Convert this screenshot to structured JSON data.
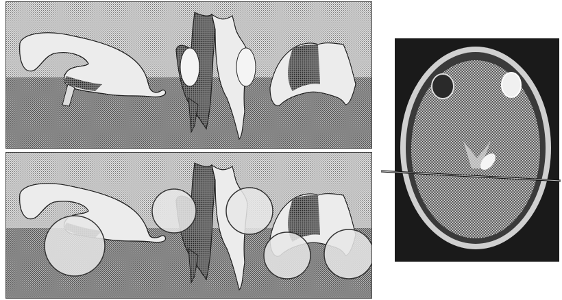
{
  "figure": {
    "panels": [
      {
        "id": "top",
        "content": "ventricle-surface-renderings"
      },
      {
        "id": "bottom",
        "content": "ventricle-surface-renderings-with-circle-markers"
      },
      {
        "id": "right",
        "content": "axial-mri-slice-with-cut-line"
      }
    ],
    "colors": {
      "background_dither": "#c8c8c8",
      "structure_fill": "#e6e6e6",
      "structure_shadow": "#4a4a4a",
      "outline": "#222222",
      "mri_background": "#1a1a1a",
      "mri_tissue": "#9a9a9a"
    }
  }
}
